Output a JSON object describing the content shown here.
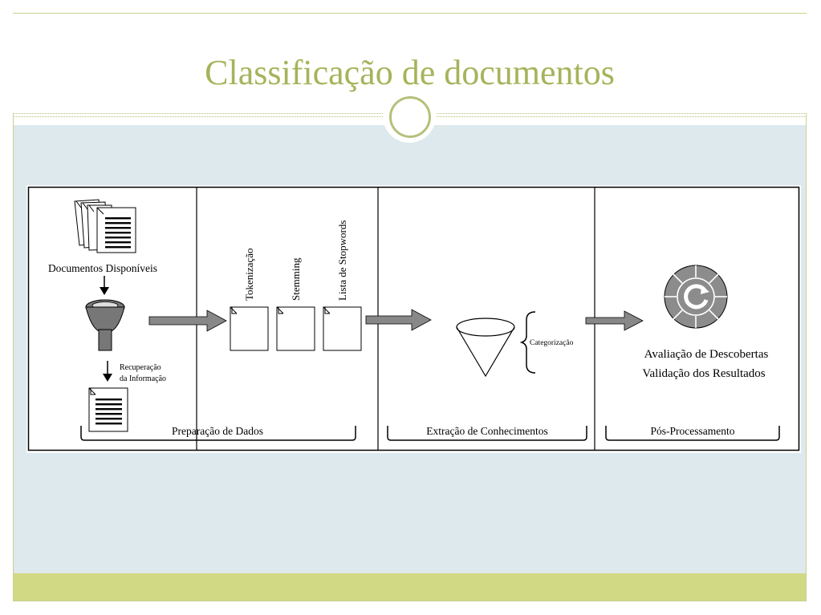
{
  "slide": {
    "title": "Classificação de documentos"
  },
  "diagram": {
    "sections": [
      {
        "label": "Preparação de Dados"
      },
      {
        "label": "Extração de Conhecimentos"
      },
      {
        "label": "Pós-Processamento"
      }
    ],
    "documents_label": "Documentos Disponíveis",
    "retrieval_label_line1": "Recuperação",
    "retrieval_label_line2": "da Informação",
    "steps": [
      "Tokenização",
      "Stemming",
      "Lista de Stopwords"
    ],
    "categorization_label": "Categorização",
    "evaluation_line1": "Avaliação de Descobertas",
    "evaluation_line2": "Validação dos Resultados"
  },
  "colors": {
    "title": "#a7b35a",
    "body_background": "#dde9ec",
    "footer_bar": "#d1d984"
  }
}
